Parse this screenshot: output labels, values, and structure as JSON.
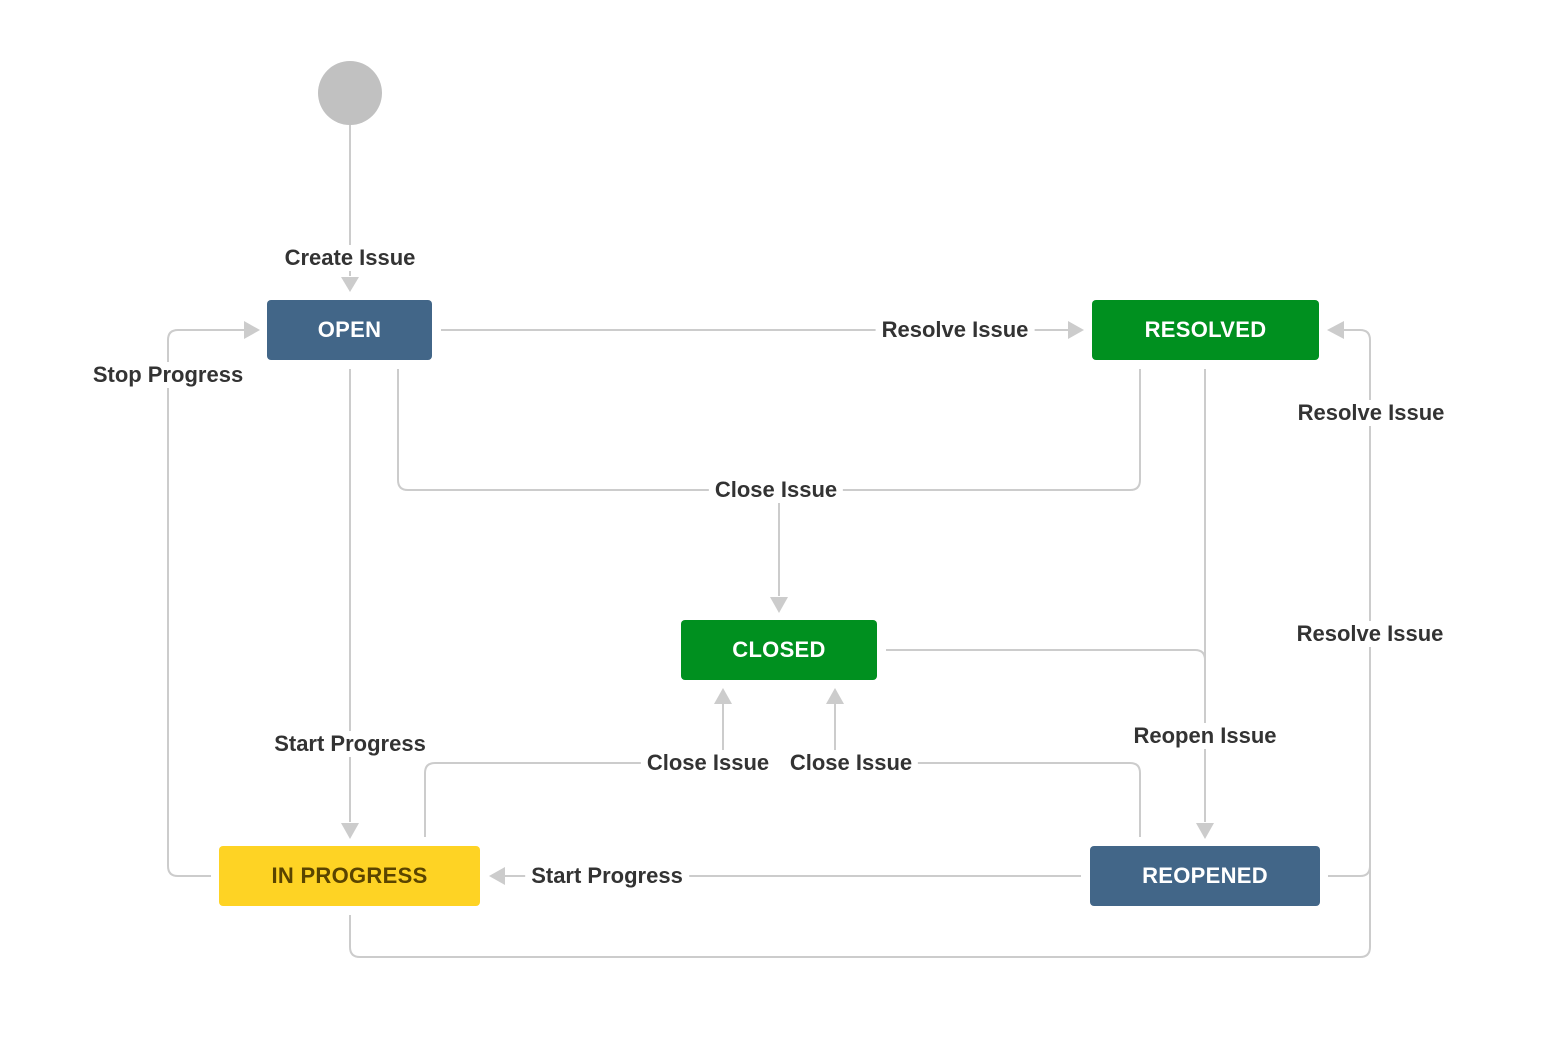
{
  "statuses": {
    "open": {
      "label": "OPEN",
      "color": "#426688"
    },
    "resolved": {
      "label": "RESOLVED",
      "color": "#00901f"
    },
    "closed": {
      "label": "CLOSED",
      "color": "#00901f"
    },
    "in_progress": {
      "label": "IN PROGRESS",
      "color": "#fed324"
    },
    "reopened": {
      "label": "REOPENED",
      "color": "#426688"
    }
  },
  "transitions": {
    "create_issue": "Create Issue",
    "resolve_open_to_resolved": "Resolve Issue",
    "stop_progress": "Stop Progress",
    "close_issue_top": "Close Issue",
    "resolve_right_upper": "Resolve Issue",
    "resolve_right_lower": "Resolve Issue",
    "start_progress_vertical": "Start Progress",
    "close_issue_left": "Close Issue",
    "close_issue_right": "Close Issue",
    "reopen_issue": "Reopen Issue",
    "start_progress_horizontal": "Start Progress"
  },
  "colors": {
    "connector": "#cccccc",
    "start_node": "#c1c1c1",
    "text": "#333333"
  }
}
